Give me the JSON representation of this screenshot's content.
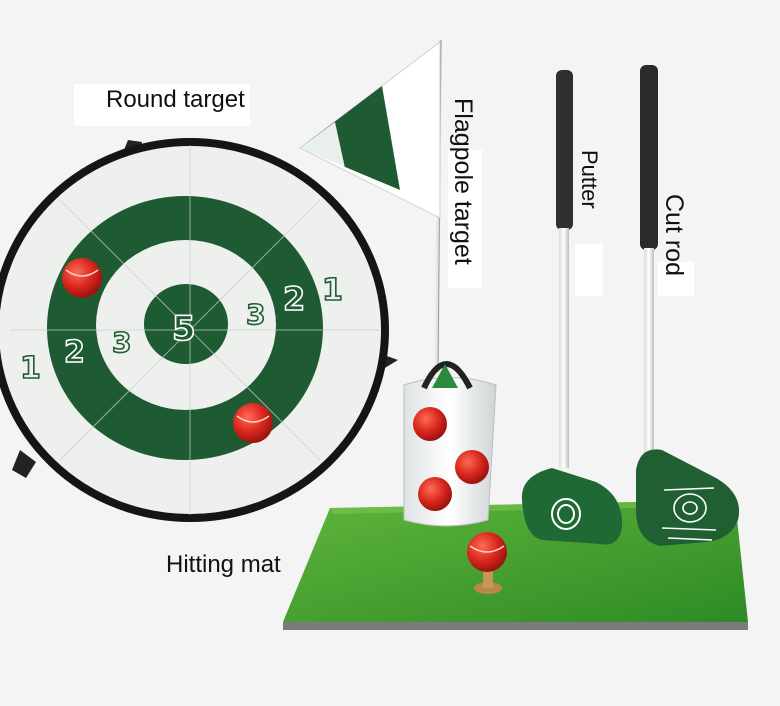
{
  "labels": {
    "round_target": "Round target",
    "hitting_mat": "Hitting mat",
    "flagpole_target": "Flagpole target",
    "putter": "Putter",
    "cut_rod": "Cut rod"
  },
  "target_numbers": [
    "1",
    "2",
    "3",
    "5",
    "3",
    "2",
    "1"
  ],
  "colors": {
    "target_green": "#1f5b32",
    "target_white": "#eef0ee",
    "turf_green": "#3f9a2e",
    "ball_red": "#d8261d",
    "tee_brown": "#b9874a"
  }
}
